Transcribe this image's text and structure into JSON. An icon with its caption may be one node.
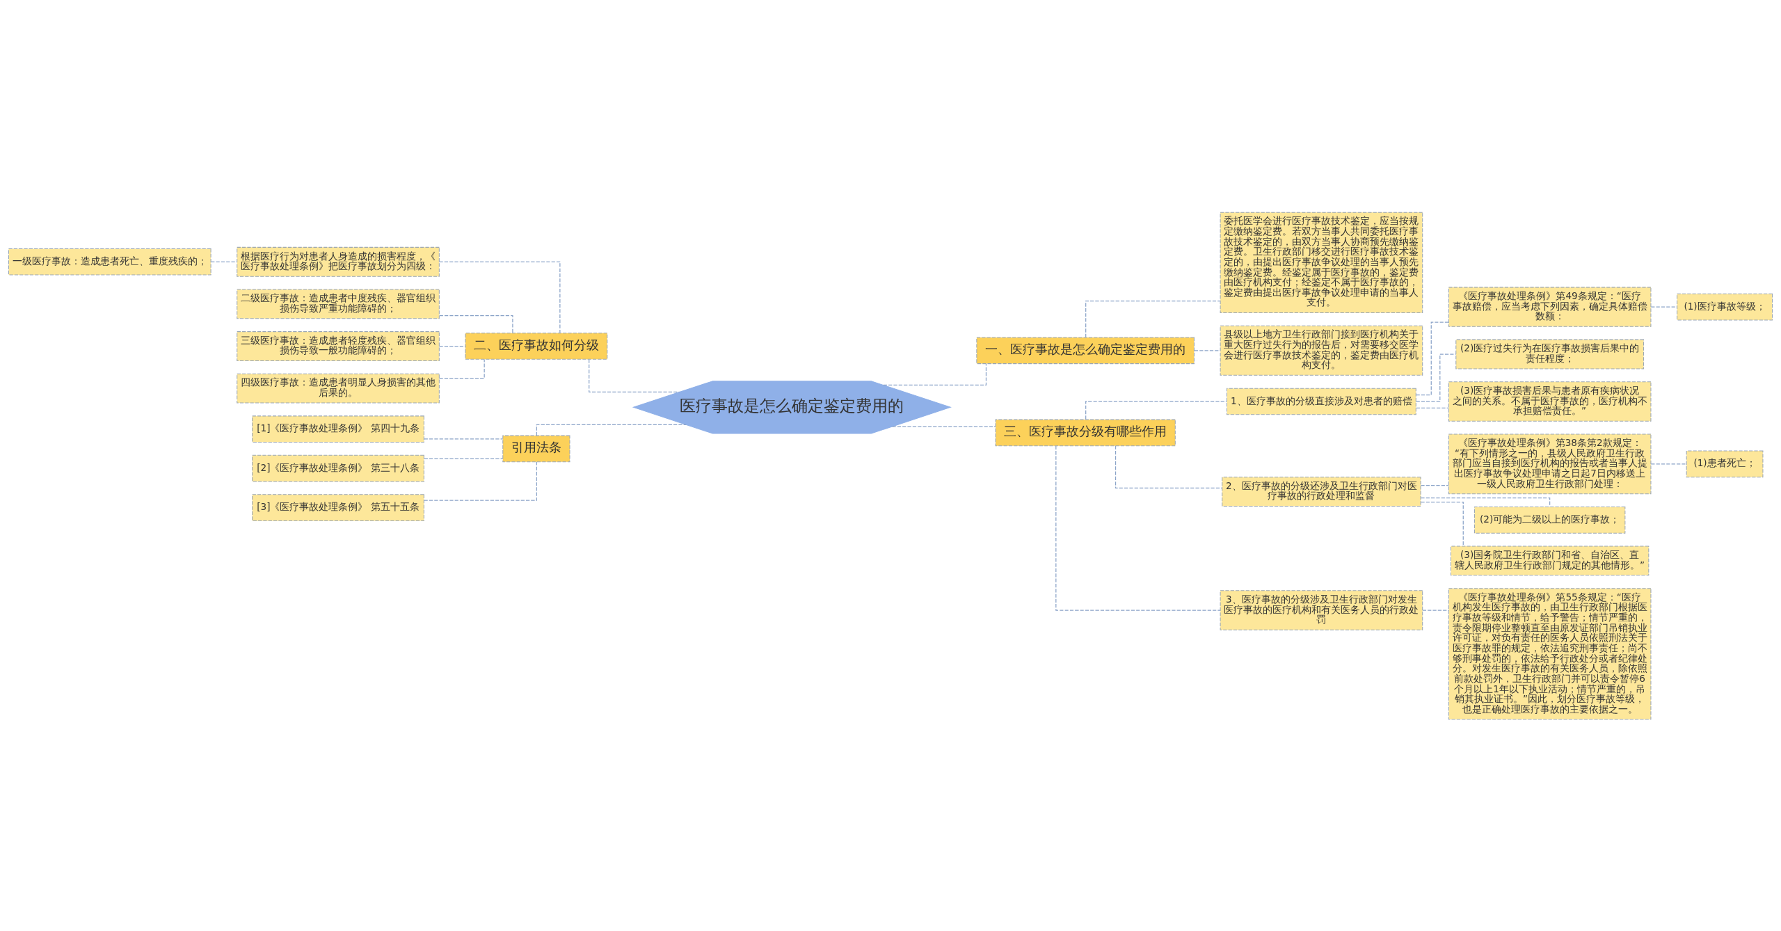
{
  "diagram": {
    "nodes": [
      {
        "text": [
          "医疗事故是怎么确定鉴定费用的"
        ]
      },
      {
        "text": [
          "一、医疗事故是怎么确定鉴定费用的"
        ]
      },
      {
        "text": [
          "委托医学会进行医疗事故技术鉴定，应当按规定缴纳鉴定费。若双方当事人共同委托医疗事故技术鉴定的，由双方当事人协商预先缴纳鉴定费。卫生行政部门移交进行医疗事故技术鉴定的，由提出医疗事故争议处理的当事人预先缴纳鉴定费。经鉴定属于医疗事故的，鉴定费由医疗机构支付；经鉴定不属于医疗事故的，鉴定费由提出医疗事故争议处理申请的当事人支付。"
        ]
      },
      {
        "text": [
          "县级以上地方卫生行政部门接到医疗机构关于重大医疗过失行为的报告后，对需要移交医学会进行医疗事故技术鉴定的，鉴定费由医疗机构支付。"
        ]
      },
      {
        "text": [
          "二、医疗事故如何分级"
        ]
      },
      {
        "text": [
          "根据医疗行为对患者人身造成的损害程度，《医疗事故处理条例》把医疗事故划分为四级："
        ]
      },
      {
        "text": [
          "一级医疗事故：造成患者死亡、重度残疾的；"
        ]
      },
      {
        "text": [
          "二级医疗事故：造成患者中度残疾、器官组织损伤导致严重功能障碍的；"
        ]
      },
      {
        "text": [
          "三级医疗事故：造成患者轻度残疾、器官组织损伤导致一般功能障碍的；"
        ]
      },
      {
        "text": [
          "四级医疗事故：造成患者明显人身损害的其他后果的。"
        ]
      },
      {
        "text": [
          "引用法条"
        ]
      },
      {
        "text": [
          "[1]《医疗事故处理条例》 第四十九条"
        ]
      },
      {
        "text": [
          "[2]《医疗事故处理条例》 第三十八条"
        ]
      },
      {
        "text": [
          "[3]《医疗事故处理条例》 第五十五条"
        ]
      },
      {
        "text": [
          "三、医疗事故分级有哪些作用"
        ]
      },
      {
        "text": [
          "1、医疗事故的分级直接涉及对患者的赔偿"
        ]
      },
      {
        "text": [
          "《医疗事故处理条例》第49条规定：“医疗事故赔偿，应当考虑下列因素，确定具体赔偿数额："
        ]
      },
      {
        "text": [
          "(1)医疗事故等级；"
        ]
      },
      {
        "text": [
          "(2)医疗过失行为在医疗事故损害后果中的责任程度；"
        ]
      },
      {
        "text": [
          "(3)医疗事故损害后果与患者原有疾病状况之间的关系。不属于医疗事故的，医疗机构不承担赔偿责任。”"
        ]
      },
      {
        "text": [
          "2、医疗事故的分级还涉及卫生行政部门对医疗事故的行政处理和监督"
        ]
      },
      {
        "text": [
          "《医疗事故处理条例》第38条第2款规定：“有下列情形之一的，县级人民政府卫生行政部门应当自接到医疗机构的报告或者当事人提出医疗事故争议处理申请之日起7日内移送上一级人民政府卫生行政部门处理："
        ]
      },
      {
        "text": [
          "(1)患者死亡；"
        ]
      },
      {
        "text": [
          "(2)可能为二级以上的医疗事故；"
        ]
      },
      {
        "text": [
          "(3)国务院卫生行政部门和省、自治区、直辖人民政府卫生行政部门规定的其他情形。”"
        ]
      },
      {
        "text": [
          "3、医疗事故的分级涉及卫生行政部门对发生医疗事故的医疗机构和有关医务人员的行政处罚"
        ]
      },
      {
        "text": [
          "《医疗事故处理条例》第55条规定：“医疗机构发生医疗事故的，由卫生行政部门根据医疗事故等级和情节，给予警告；情节严重的，责令限期停业整顿直至由原发证部门吊销执业许可证，对负有责任的医务人员依照刑法关于医疗事故罪的规定，依法追究刑事责任；尚不够刑事处罚的，依法给予行政处分或者纪律处分。对发生医疗事故的有关医务人员，除依照前款处罚外，卫生行政部门并可以责令暂停6个月以上1年以下执业活动；情节严重的，吊销其执业证书。”因此，划分医疗事故等级，也是正确处理医疗事故的主要依据之一。"
        ]
      }
    ],
    "edges": [
      {
        "from": 0,
        "to": 1,
        "arrow": "none"
      },
      {
        "from": 1,
        "to": 2,
        "arrow": "none"
      },
      {
        "from": 1,
        "to": 3,
        "arrow": "none"
      },
      {
        "from": 0,
        "to": 4,
        "arrow": "none"
      },
      {
        "from": 4,
        "to": 5,
        "arrow": "none"
      },
      {
        "from": 5,
        "to": 6,
        "arrow": "none"
      },
      {
        "from": 4,
        "to": 7,
        "arrow": "none"
      },
      {
        "from": 4,
        "to": 8,
        "arrow": "none"
      },
      {
        "from": 4,
        "to": 9,
        "arrow": "none"
      },
      {
        "from": 0,
        "to": 10,
        "arrow": "none"
      },
      {
        "from": 10,
        "to": 11,
        "arrow": "none"
      },
      {
        "from": 10,
        "to": 12,
        "arrow": "none"
      },
      {
        "from": 10,
        "to": 13,
        "arrow": "none"
      },
      {
        "from": 0,
        "to": 14,
        "arrow": "none"
      },
      {
        "from": 14,
        "to": 15,
        "arrow": "none"
      },
      {
        "from": 15,
        "to": 16,
        "arrow": "none"
      },
      {
        "from": 16,
        "to": 17,
        "arrow": "none"
      },
      {
        "from": 15,
        "to": 18,
        "arrow": "none"
      },
      {
        "from": 15,
        "to": 19,
        "arrow": "none"
      },
      {
        "from": 14,
        "to": 20,
        "arrow": "none"
      },
      {
        "from": 20,
        "to": 21,
        "arrow": "none"
      },
      {
        "from": 21,
        "to": 22,
        "arrow": "none"
      },
      {
        "from": 20,
        "to": 23,
        "arrow": "none"
      },
      {
        "from": 20,
        "to": 24,
        "arrow": "none"
      },
      {
        "from": 14,
        "to": 25,
        "arrow": "none"
      },
      {
        "from": 25,
        "to": 26,
        "arrow": "none"
      }
    ]
  }
}
